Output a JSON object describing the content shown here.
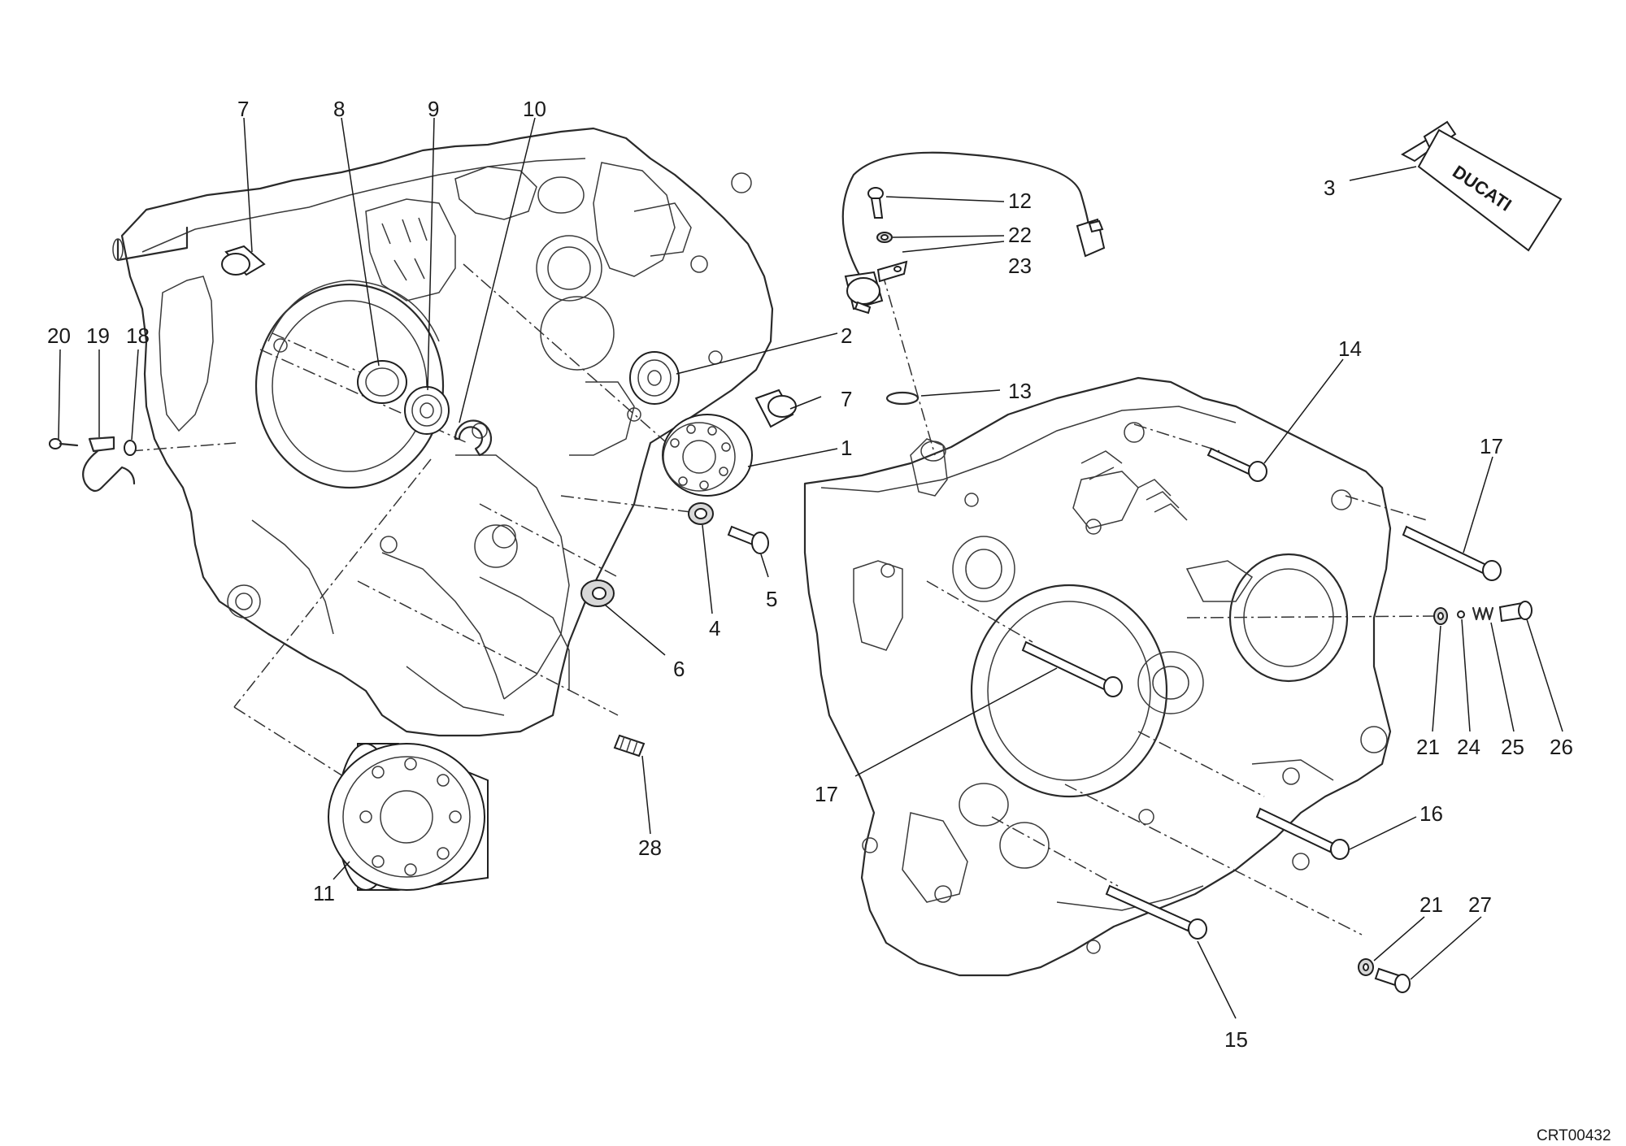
{
  "drawing_code": "CRT00432",
  "tube_brand": "DUCATI",
  "callouts": [
    {
      "id": "c7a",
      "label": "7"
    },
    {
      "id": "c8",
      "label": "8"
    },
    {
      "id": "c9",
      "label": "9"
    },
    {
      "id": "c10",
      "label": "10"
    },
    {
      "id": "c20",
      "label": "20"
    },
    {
      "id": "c19",
      "label": "19"
    },
    {
      "id": "c18",
      "label": "18"
    },
    {
      "id": "c2",
      "label": "2"
    },
    {
      "id": "c7b",
      "label": "7"
    },
    {
      "id": "c1",
      "label": "1"
    },
    {
      "id": "c4",
      "label": "4"
    },
    {
      "id": "c5",
      "label": "5"
    },
    {
      "id": "c6",
      "label": "6"
    },
    {
      "id": "c11",
      "label": "11"
    },
    {
      "id": "c28",
      "label": "28"
    },
    {
      "id": "c12",
      "label": "12"
    },
    {
      "id": "c22",
      "label": "22"
    },
    {
      "id": "c23",
      "label": "23"
    },
    {
      "id": "c13",
      "label": "13"
    },
    {
      "id": "c3",
      "label": "3"
    },
    {
      "id": "c14",
      "label": "14"
    },
    {
      "id": "c17a",
      "label": "17"
    },
    {
      "id": "c17b",
      "label": "17"
    },
    {
      "id": "c21a",
      "label": "21"
    },
    {
      "id": "c24",
      "label": "24"
    },
    {
      "id": "c25",
      "label": "25"
    },
    {
      "id": "c26",
      "label": "26"
    },
    {
      "id": "c16",
      "label": "16"
    },
    {
      "id": "c21b",
      "label": "21"
    },
    {
      "id": "c27",
      "label": "27"
    },
    {
      "id": "c15",
      "label": "15"
    }
  ]
}
